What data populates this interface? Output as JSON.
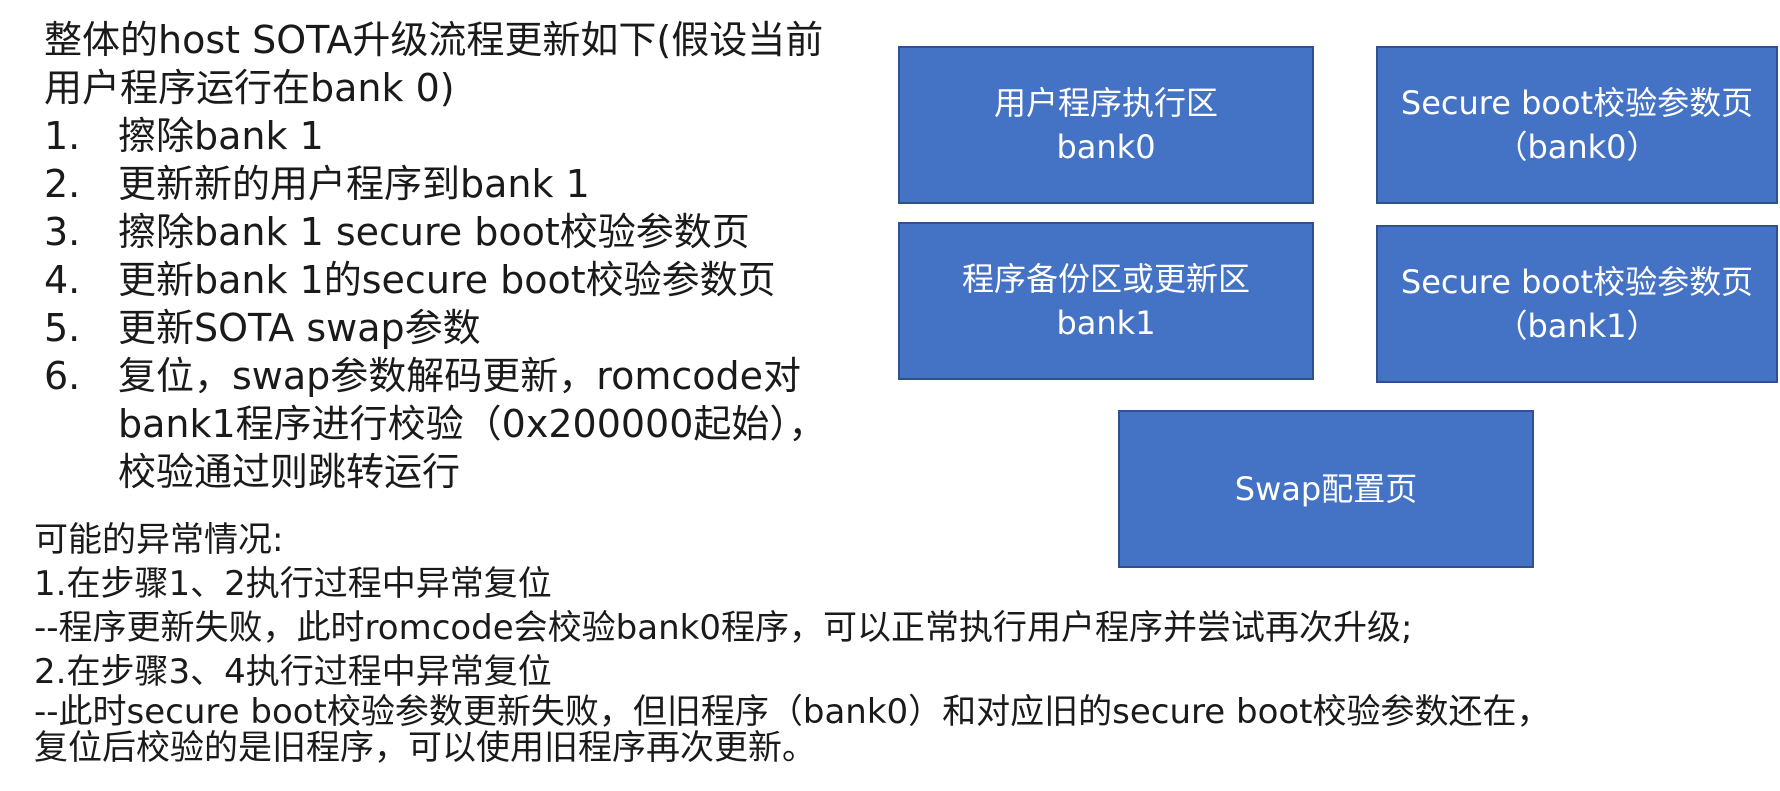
{
  "intro": {
    "line1": "整体的host SOTA升级流程更新如下(假设当前",
    "line2": "用户程序运行在bank 0)"
  },
  "steps": [
    {
      "num": "1.",
      "lines": [
        "擦除bank 1"
      ]
    },
    {
      "num": "2.",
      "lines": [
        "更新新的用户程序到bank 1"
      ]
    },
    {
      "num": "3.",
      "lines": [
        "擦除bank 1 secure boot校验参数页"
      ]
    },
    {
      "num": "4.",
      "lines": [
        "更新bank 1的secure boot校验参数页"
      ]
    },
    {
      "num": "5.",
      "lines": [
        "更新SOTA swap参数"
      ]
    },
    {
      "num": "6.",
      "lines": [
        "复位，swap参数解码更新，romcode对",
        "bank1程序进行校验（0x200000起始），",
        "校验通过则跳转运行"
      ]
    }
  ],
  "exceptions": {
    "heading": "可能的异常情况:",
    "case1_title": "1.在步骤1、2执行过程中异常复位",
    "case1_desc": "--程序更新失败，此时romcode会校验bank0程序，可以正常执行用户程序并尝试再次升级;",
    "case2_title": "2.在步骤3、4执行过程中异常复位",
    "case2_desc_line1": "--此时secure boot校验参数更新失败，但旧程序（bank0）和对应旧的secure boot校验参数还在，",
    "case2_desc_line2": "复位后校验的是旧程序，可以使用旧程序再次更新。"
  },
  "boxes": {
    "bank0_exec": {
      "line1": "用户程序执行区",
      "line2": "bank0"
    },
    "bank0_params": {
      "line1": "Secure boot校验参数页",
      "line2": "（bank0）"
    },
    "bank1_backup": {
      "line1": "程序备份区或更新区",
      "line2": "bank1"
    },
    "bank1_params": {
      "line1": "Secure boot校验参数页",
      "line2": "（bank1）"
    },
    "swap_config": {
      "line1": "Swap配置页"
    }
  },
  "colors": {
    "box_fill": "#4472c4",
    "box_border": "#2f528f",
    "box_text": "#ffffff"
  }
}
